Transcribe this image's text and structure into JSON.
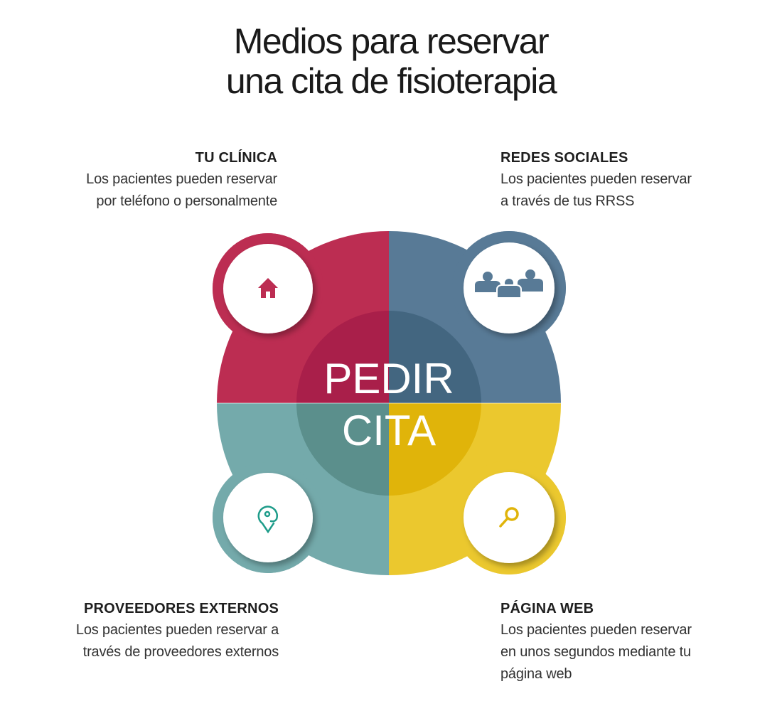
{
  "title": {
    "line1": "Medios para reservar",
    "line2": "una cita de fisioterapia"
  },
  "center": {
    "line1": "PEDIR",
    "line2": "CITA"
  },
  "sections": [
    {
      "id": "tu-clinica",
      "heading": "TU CLÍNICA",
      "lines": [
        "Los pacientes pueden reservar",
        "por teléfono o personalmente"
      ],
      "icon": "home-icon",
      "color": "#BC2D52",
      "dark": "#A91F4A"
    },
    {
      "id": "redes-sociales",
      "heading": "REDES SOCIALES",
      "lines": [
        "Los pacientes pueden reservar",
        "a través de tus RRSS"
      ],
      "icon": "people-group-icon",
      "color": "#587A96",
      "dark": "#436680"
    },
    {
      "id": "proveedores-externos",
      "heading": "PROVEEDORES EXTERNOS",
      "lines": [
        "Los pacientes pueden reservar a",
        "través de proveedores externos"
      ],
      "icon": "location-pin-icon",
      "color": "#74AAAB",
      "dark": "#5B8F8C"
    },
    {
      "id": "pagina-web",
      "heading": "PÁGINA WEB",
      "lines": [
        "Los pacientes pueden reservar",
        "en unos segundos mediante tu",
        "página web"
      ],
      "icon": "search-icon",
      "color": "#EBC82E",
      "dark": "#E0B40A"
    }
  ]
}
